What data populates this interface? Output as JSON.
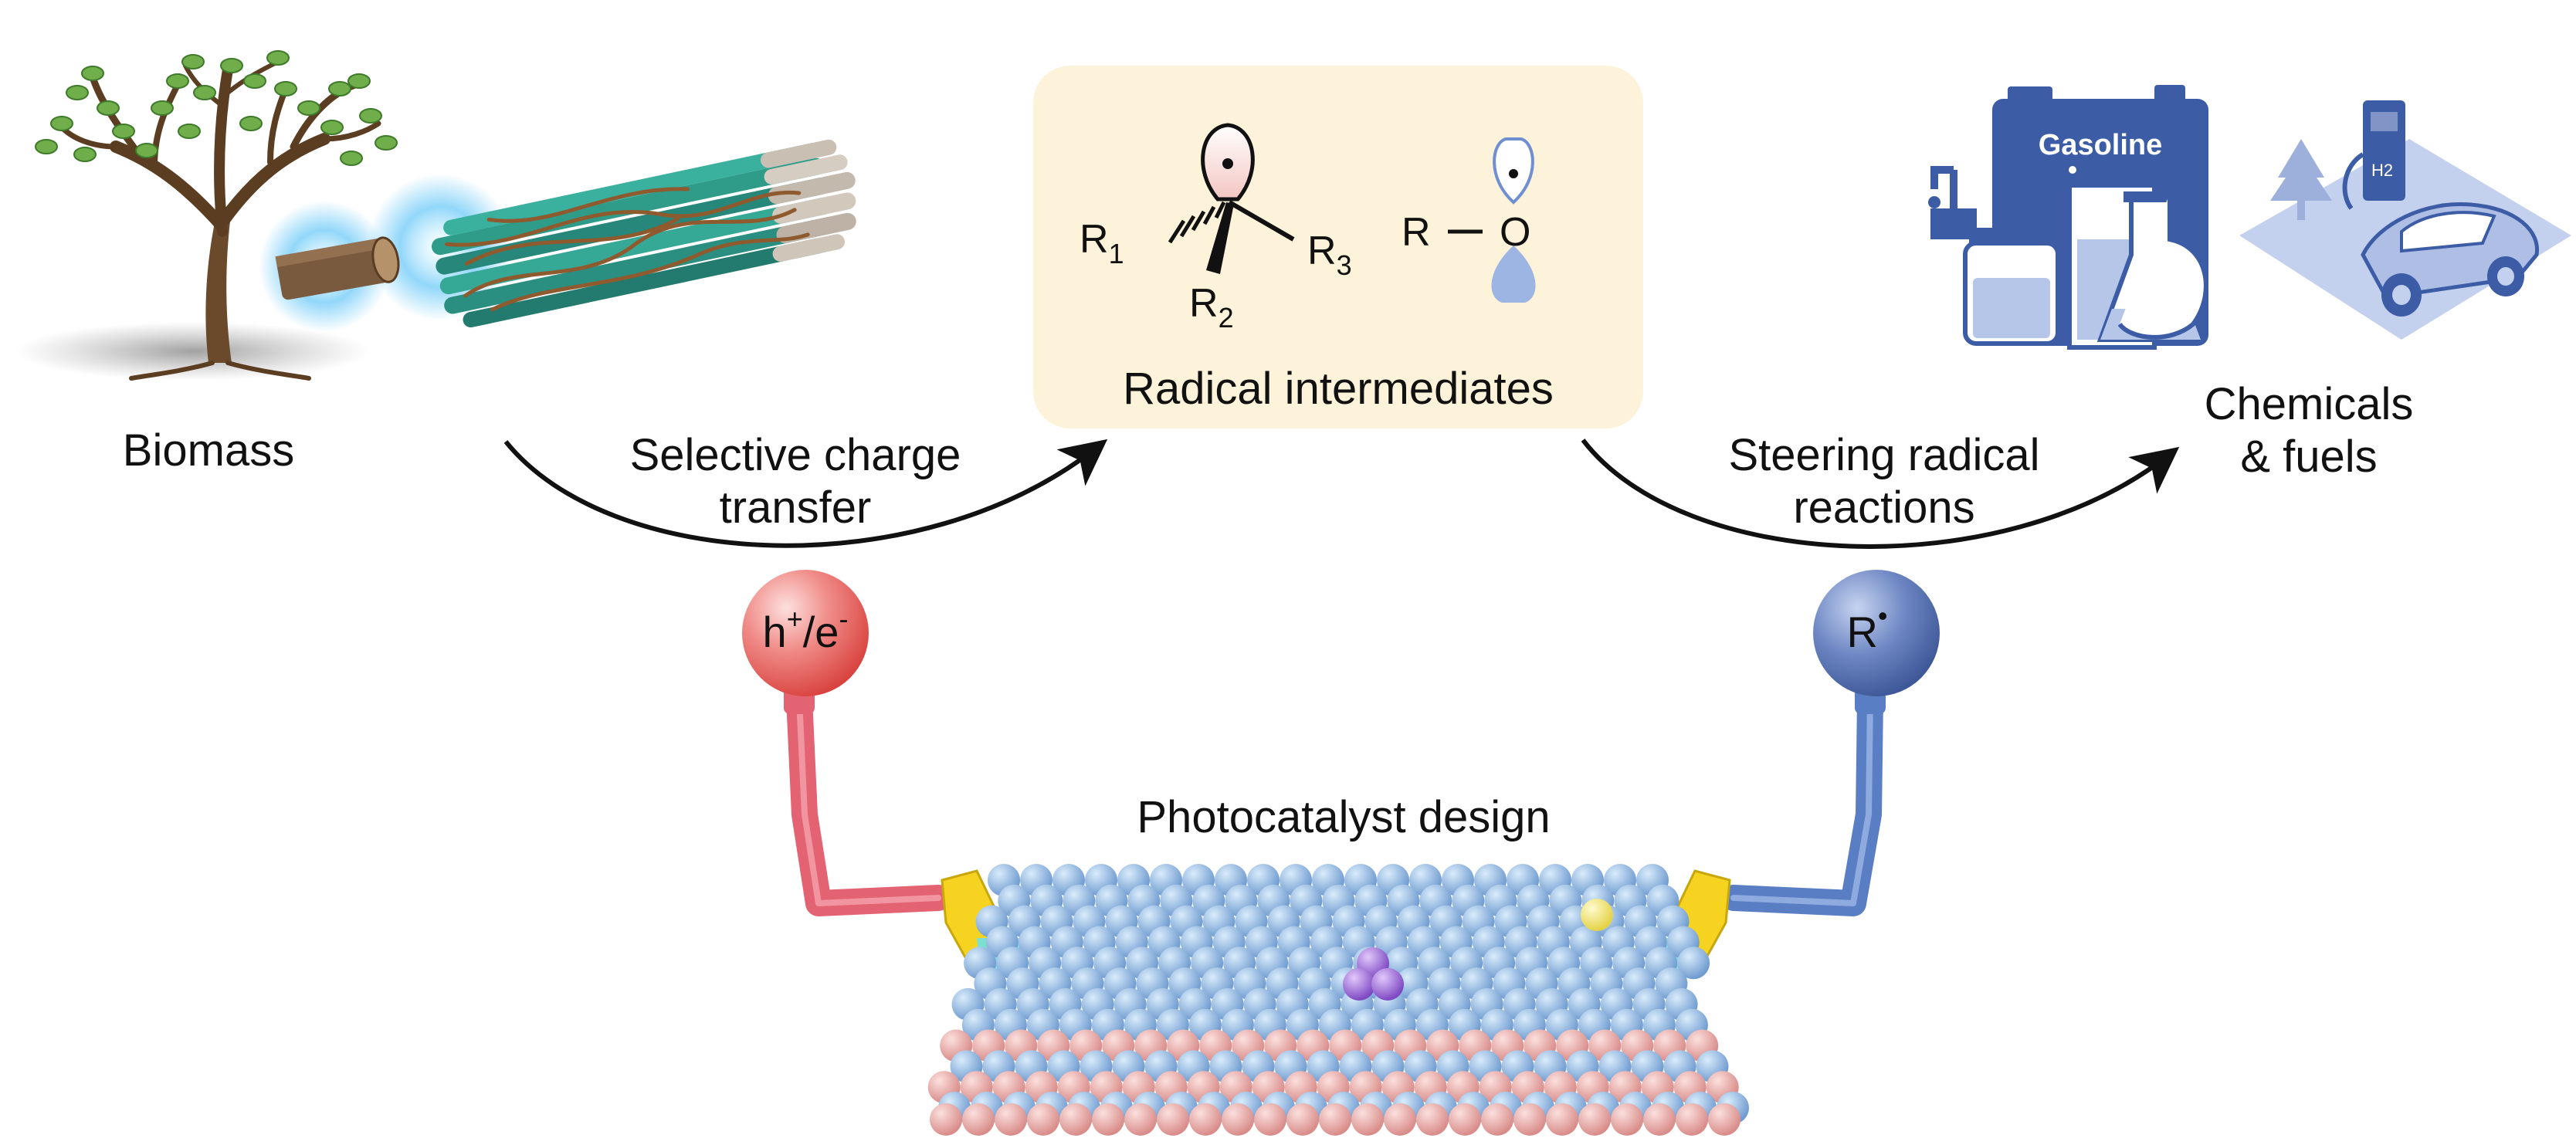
{
  "labels": {
    "biomass": "Biomass",
    "charge_transfer_line1": "Selective charge",
    "charge_transfer_line2": "transfer",
    "radical_intermediates": "Radical intermediates",
    "steering_line1": "Steering radical",
    "steering_line2": "reactions",
    "chemicals_line1": "Chemicals",
    "chemicals_line2": "& fuels",
    "photocatalyst": "Photocatalyst design",
    "gasoline": "Gasoline",
    "h2_pump": "H2"
  },
  "chemistry": {
    "carbon_r1": "R",
    "carbon_r1_sub": "1",
    "carbon_r2": "R",
    "carbon_r2_sub": "2",
    "carbon_r3": "R",
    "carbon_r3_sub": "3",
    "alkoxy_r": "R",
    "alkoxy_o": "O"
  },
  "carriers": {
    "left_main": "h",
    "left_sup1": "+",
    "left_mid": "/e",
    "left_sup2": "-",
    "right_main": "R",
    "right_sup": "•"
  },
  "colors": {
    "radical_box": "#fdf3da",
    "hole_sphere": "#e9534f",
    "radical_sphere": "#4e69a8",
    "arm_left": "#e46372",
    "arm_right": "#5a7ec4",
    "gripper": "#f6d321",
    "atom_blue": "#8fb6e0",
    "atom_pink": "#e8a9a6",
    "atom_purple": "#9f6ad9",
    "fiber_green": "#2f9c8a",
    "fiber_brown": "#8e5a2e",
    "icon_blue": "#3c5da6"
  }
}
